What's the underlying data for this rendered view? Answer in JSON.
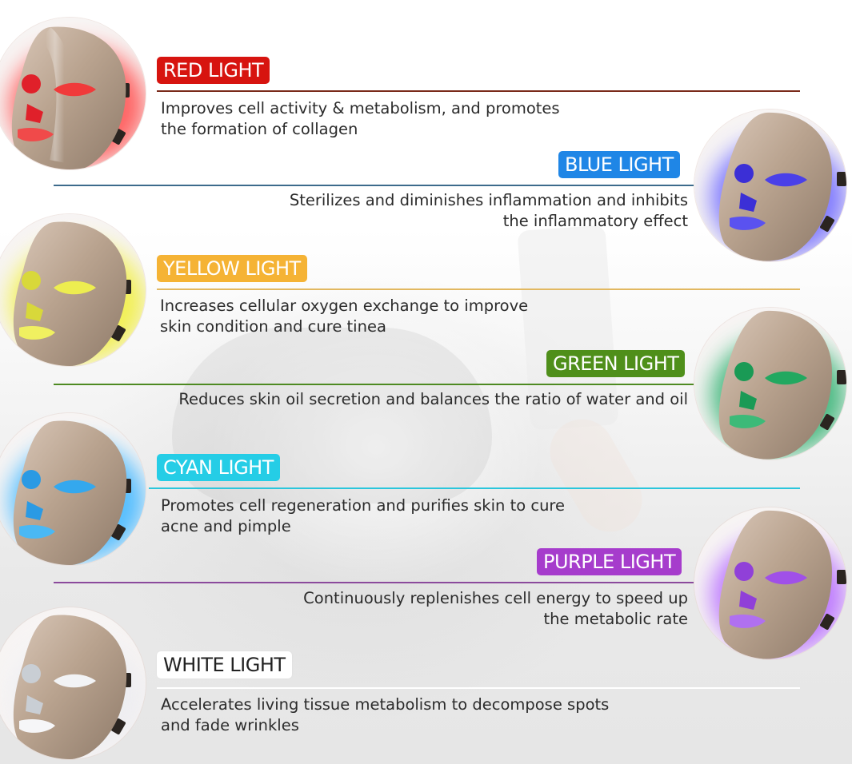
{
  "items": [
    {
      "key": "red",
      "label": "RED LIGHT",
      "color": "#d7140f",
      "line_color": "#7a2a1a",
      "glow": "#ff3b3b",
      "lens": "#e8232a",
      "desc_lines": [
        "Improves cell activity & metabolism, and promotes",
        "the formation of collagen"
      ]
    },
    {
      "key": "blue",
      "label": "BLUE LIGHT",
      "color": "#1f86e6",
      "line_color": "#3d6b8c",
      "glow": "#6a63ff",
      "lens": "#3b2fd6",
      "desc_lines": [
        "Sterilizes and diminishes inflammation and inhibits",
        "the inflammatory effect"
      ]
    },
    {
      "key": "yellow",
      "label": "YELLOW LIGHT",
      "color": "#f5b335",
      "line_color": "#e2b860",
      "glow": "#f2f04a",
      "lens": "#e8e84a",
      "desc_lines": [
        "Increases cellular oxygen exchange to improve",
        "skin condition and cure tinea"
      ]
    },
    {
      "key": "green",
      "label": "GREEN LIGHT",
      "color": "#4f8f1a",
      "line_color": "#4e8a22",
      "glow": "#2fb06a",
      "lens": "#1fa45a",
      "desc_lines": [
        "Reduces skin oil secretion and balances the ratio of water and oil"
      ]
    },
    {
      "key": "cyan",
      "label": "CYAN LIGHT",
      "color": "#25cde6",
      "line_color": "#2bc6dc",
      "glow": "#38b4ff",
      "lens": "#2e9fe8",
      "desc_lines": [
        "Promotes cell regeneration and purifies skin to cure",
        "acne and pimple"
      ]
    },
    {
      "key": "purple",
      "label": "PURPLE LIGHT",
      "color": "#a63ccc",
      "line_color": "#8b4a9c",
      "glow": "#b060ff",
      "lens": "#9a4ae0",
      "desc_lines": [
        "Continuously replenishes cell energy to speed up",
        "the metabolic rate"
      ]
    },
    {
      "key": "white",
      "label": "WHITE LIGHT",
      "color": "#ffffff",
      "text_color": "#222222",
      "line_color": "#ffffff",
      "glow": "#e9e9ec",
      "lens": "#cfd3d8",
      "desc_lines": [
        "Accelerates living tissue metabolism to decompose spots",
        "and fade wrinkles"
      ]
    }
  ]
}
